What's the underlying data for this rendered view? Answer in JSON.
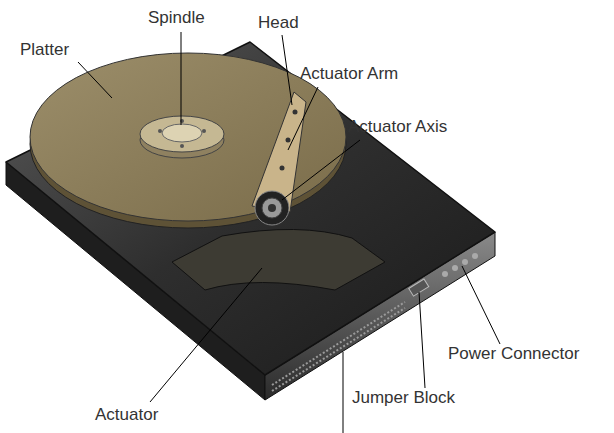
{
  "diagram": {
    "labels": [
      "Spindle",
      "Head",
      "Platter",
      "Actuator Arm",
      "Actuator Axis",
      "Power Connector",
      "Jumper Block",
      "Actuator"
    ]
  }
}
